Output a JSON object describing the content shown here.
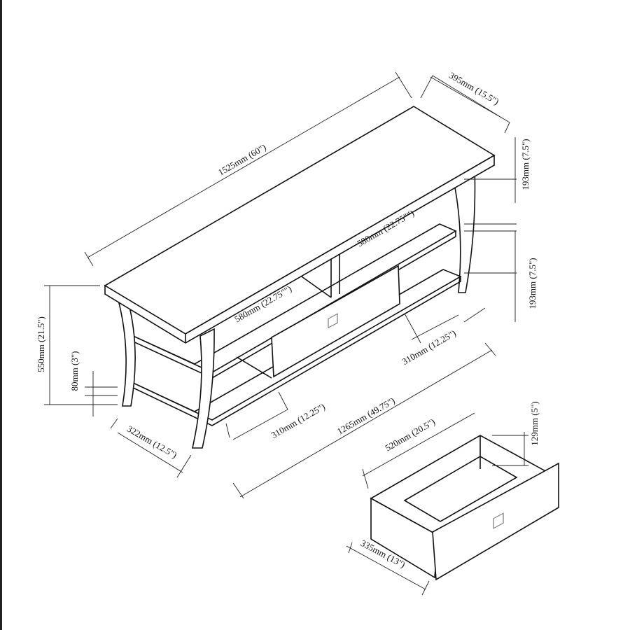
{
  "dimensions": {
    "overall_width": "1525mm (60\")",
    "depth": "395mm (15.5\")",
    "upper_shelf_gap": "193mm (7.5\")",
    "lower_shelf_gap": "193mm (7.5\")",
    "upper_compartment_left": "580mm (22.75\"\")",
    "upper_compartment_right": "580mm (22.75\"\")",
    "height": "550mm (21.5\")",
    "bottom_clearance": "80mm (3\")",
    "side_depth": "322mm (12.5\")",
    "lower_left_compartment": "310mm (12.25\")",
    "inner_width": "1265mm (49.75\")",
    "lower_right_compartment": "310mm (12.25\")",
    "drawer_width": "520mm (20.5\")",
    "drawer_height": "129mm (5\")",
    "drawer_depth": "335mm (13\")"
  }
}
